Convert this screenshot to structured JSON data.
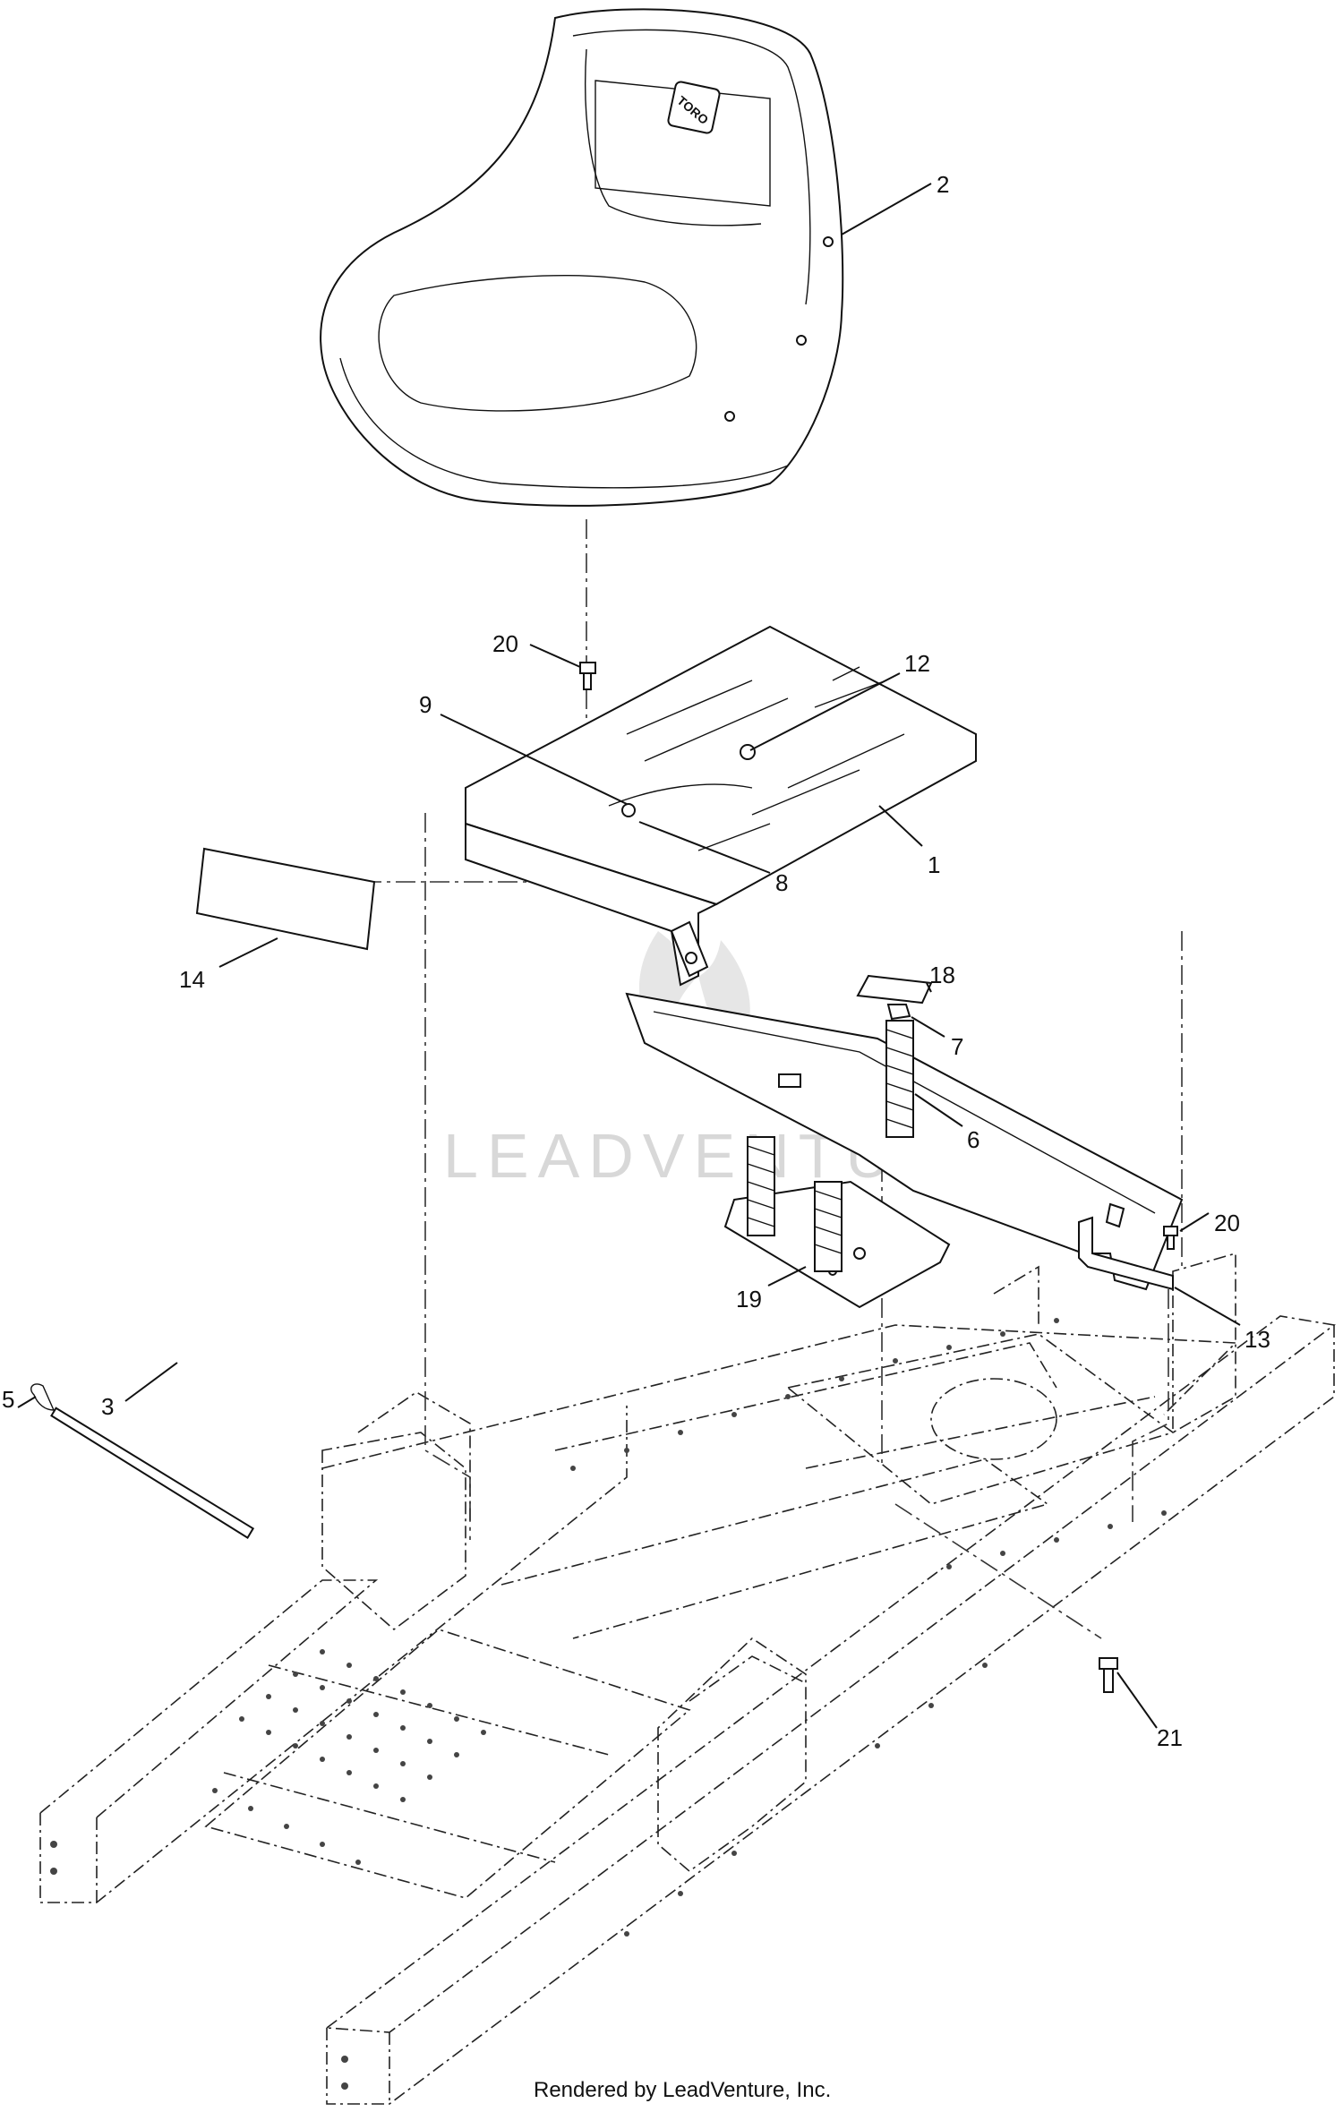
{
  "watermark": {
    "text": "LEADVENTURE"
  },
  "footer": {
    "text": "Rendered by LeadVenture, Inc."
  },
  "logo": {
    "text": "TORO"
  },
  "callouts": [
    {
      "id": "c-2",
      "label": "2"
    },
    {
      "id": "c-20a",
      "label": "20"
    },
    {
      "id": "c-12",
      "label": "12"
    },
    {
      "id": "c-9",
      "label": "9"
    },
    {
      "id": "c-8",
      "label": "8"
    },
    {
      "id": "c-1",
      "label": "1"
    },
    {
      "id": "c-14",
      "label": "14"
    },
    {
      "id": "c-18",
      "label": "18"
    },
    {
      "id": "c-7",
      "label": "7"
    },
    {
      "id": "c-6",
      "label": "6"
    },
    {
      "id": "c-20b",
      "label": "20"
    },
    {
      "id": "c-19",
      "label": "19"
    },
    {
      "id": "c-13",
      "label": "13"
    },
    {
      "id": "c-5",
      "label": "5"
    },
    {
      "id": "c-3",
      "label": "3"
    },
    {
      "id": "c-21",
      "label": "21"
    }
  ]
}
